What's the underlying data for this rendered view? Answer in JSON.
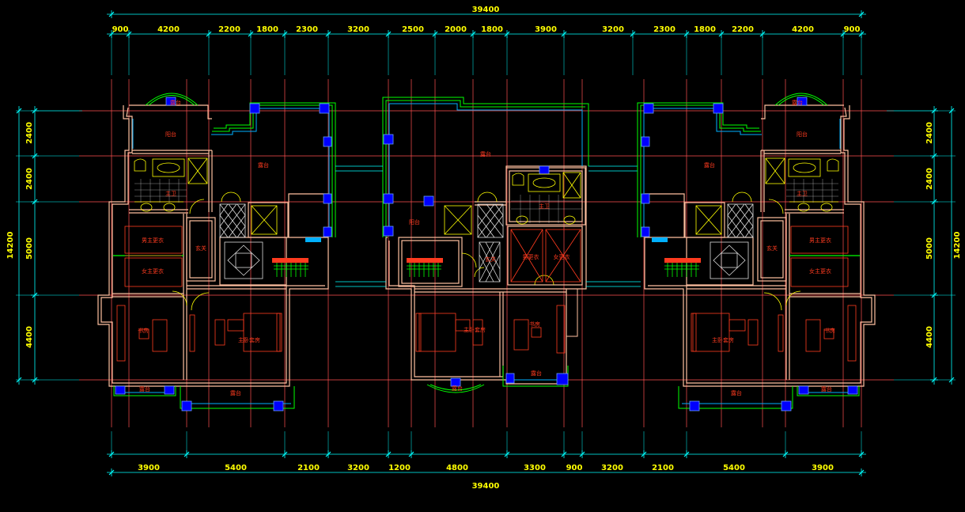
{
  "colors": {
    "background": "#000000",
    "dimension_line": "#00ffff",
    "dimension_text": "#ffff00",
    "axis_line": "#ff5555",
    "wall": "#ffc0a0",
    "window": "#00ff00",
    "window_frame": "#0000ff",
    "fixture": "#ffff00",
    "furniture": "#ff3b1f",
    "glass": "#00b0ff"
  },
  "top": {
    "total": "39400",
    "segments": [
      "900",
      "4200",
      "2200",
      "1800",
      "2300",
      "3200",
      "2500",
      "2000",
      "1800",
      "3900",
      "3200",
      "2300",
      "1800",
      "2200",
      "4200",
      "900"
    ]
  },
  "bottom": {
    "total": "39400",
    "segments": [
      "3900",
      "5400",
      "2100",
      "3200",
      "1200",
      "4800",
      "3300",
      "900",
      "3200",
      "2100",
      "5400",
      "3900"
    ]
  },
  "left": {
    "total": "14200",
    "segments": [
      "2400",
      "2400",
      "5000",
      "4400"
    ]
  },
  "right": {
    "total": "14200",
    "segments": [
      "2400",
      "2400",
      "5000",
      "4400"
    ]
  },
  "rooms": {
    "left_unit": {
      "balcony_top": "露台",
      "balcony_small": "阳台",
      "terrace": "露台",
      "master_bath": "主卫",
      "entry": "玄关",
      "his_closet": "男主更衣",
      "her_closet": "女主更衣",
      "study": "书房",
      "master_bed": "主卧套房",
      "balcony_bottom_left": "露台",
      "balcony_bottom": "露台"
    },
    "middle_unit": {
      "terrace": "露台",
      "balcony_left": "阳台",
      "master_bath": "主卫",
      "entry": "玄关",
      "his_closet": "男更衣",
      "her_closet": "女更衣",
      "master_bed": "主卧套房",
      "study": "书房",
      "balcony_bottom_right": "露台",
      "balcony_bottom": "露台"
    },
    "right_unit": {
      "balcony_top": "露台",
      "balcony_small": "阳台",
      "terrace": "露台",
      "master_bath": "主卫",
      "entry": "玄关",
      "his_closet": "男主更衣",
      "her_closet": "女主更衣",
      "study": "书房",
      "master_bed": "主卧套房",
      "balcony_bottom_right": "露台",
      "balcony_bottom": "露台"
    }
  }
}
